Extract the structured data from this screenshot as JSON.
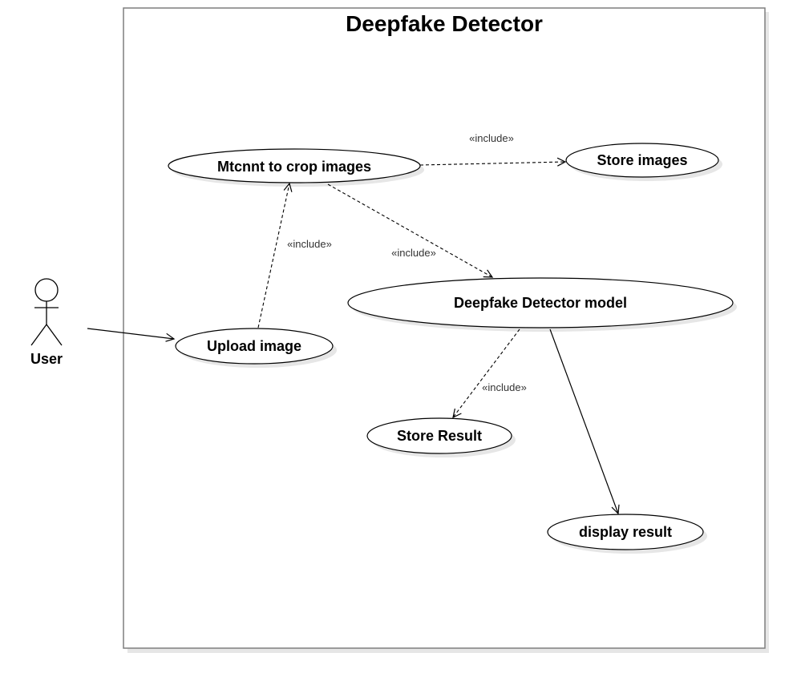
{
  "diagram": {
    "system_title": "Deepfake Detector",
    "actor": {
      "label": "User"
    },
    "use_cases": {
      "mtcnn_crop": "Mtcnnt to crop images",
      "store_images": "Store images",
      "detector_model": "Deepfake Detector model",
      "upload_image": "Upload image",
      "store_result": "Store Result",
      "display_result": "display result"
    },
    "relations": {
      "mtcnn_to_store_images": "«include»",
      "upload_to_mtcnn": "«include»",
      "mtcnn_to_model": "«include»",
      "model_to_store_result": "«include»"
    }
  }
}
